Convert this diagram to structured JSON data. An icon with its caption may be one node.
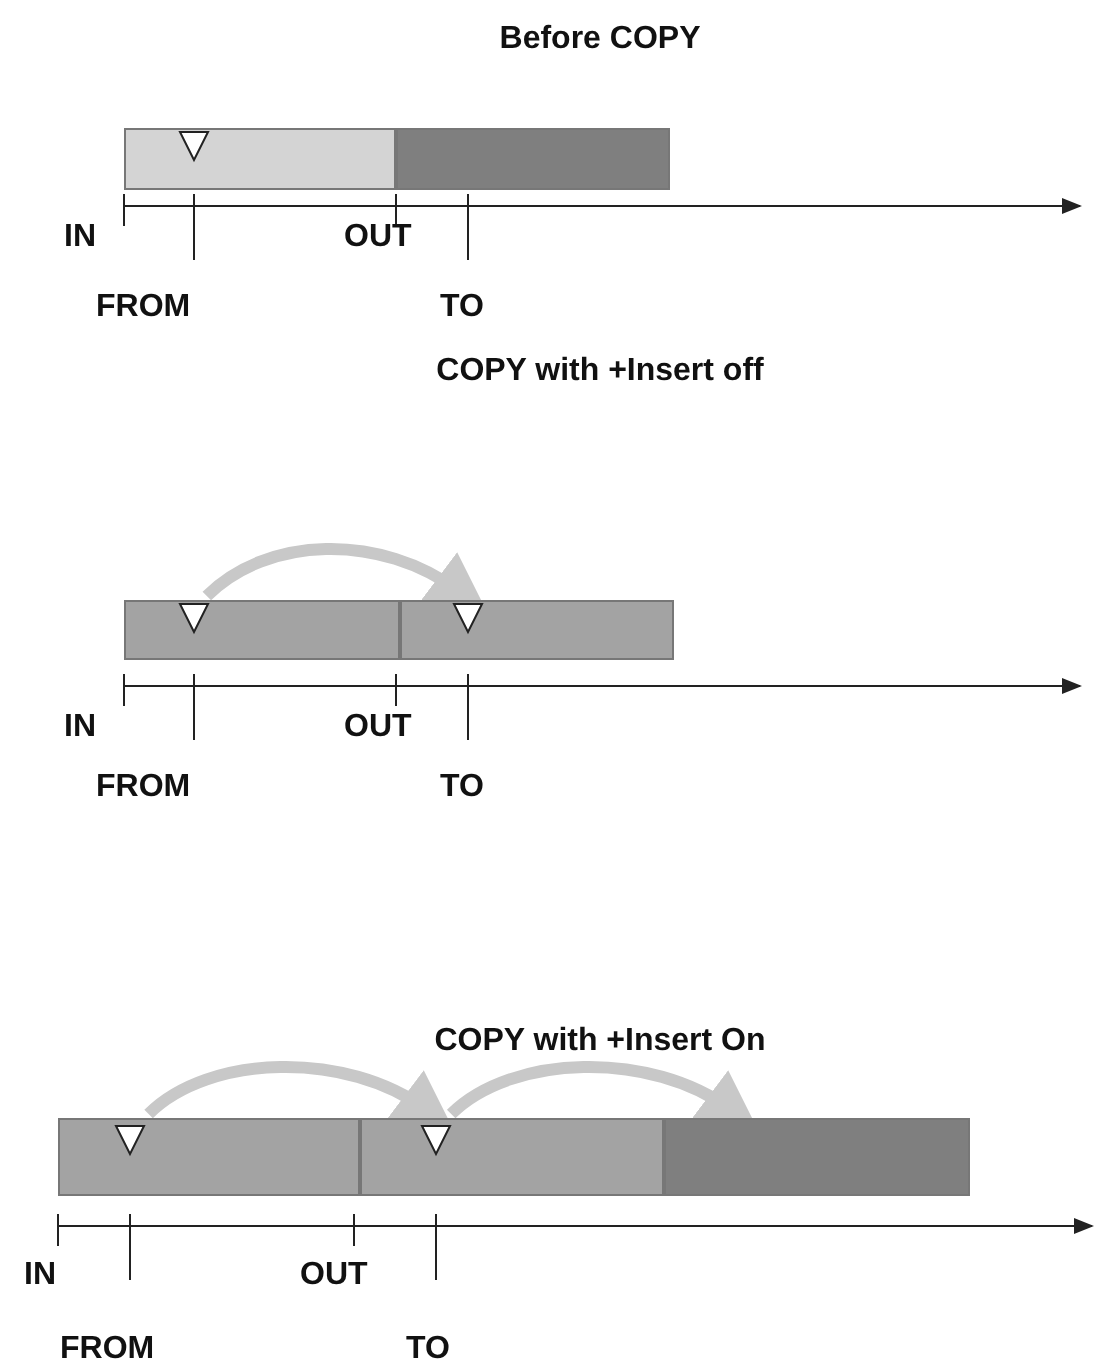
{
  "diagram": {
    "nodes": [
      {
        "text": [],
        "shape": "bar"
      },
      {
        "text": [],
        "shape": "bar"
      },
      {
        "text": [],
        "shape": "bar"
      },
      {
        "text": [],
        "shape": "bar"
      },
      {
        "text": [],
        "shape": "bar"
      },
      {
        "text": [],
        "shape": "bar"
      },
      {
        "text": [],
        "shape": "bar"
      }
    ],
    "edges": [
      {
        "from": 2,
        "to": 3,
        "arrow": "to"
      },
      {
        "from": 4,
        "to": 5,
        "arrow": "to"
      },
      {
        "from": 5,
        "to": 6,
        "arrow": "to"
      }
    ],
    "labels": [
      "Before COPY",
      "IN",
      "OUT",
      "FROM",
      "TO",
      "COPY with +Insert off",
      "IN",
      "OUT",
      "FROM",
      "TO",
      "COPY with +Insert On",
      "IN",
      "OUT",
      "FROM",
      "TO"
    ]
  }
}
